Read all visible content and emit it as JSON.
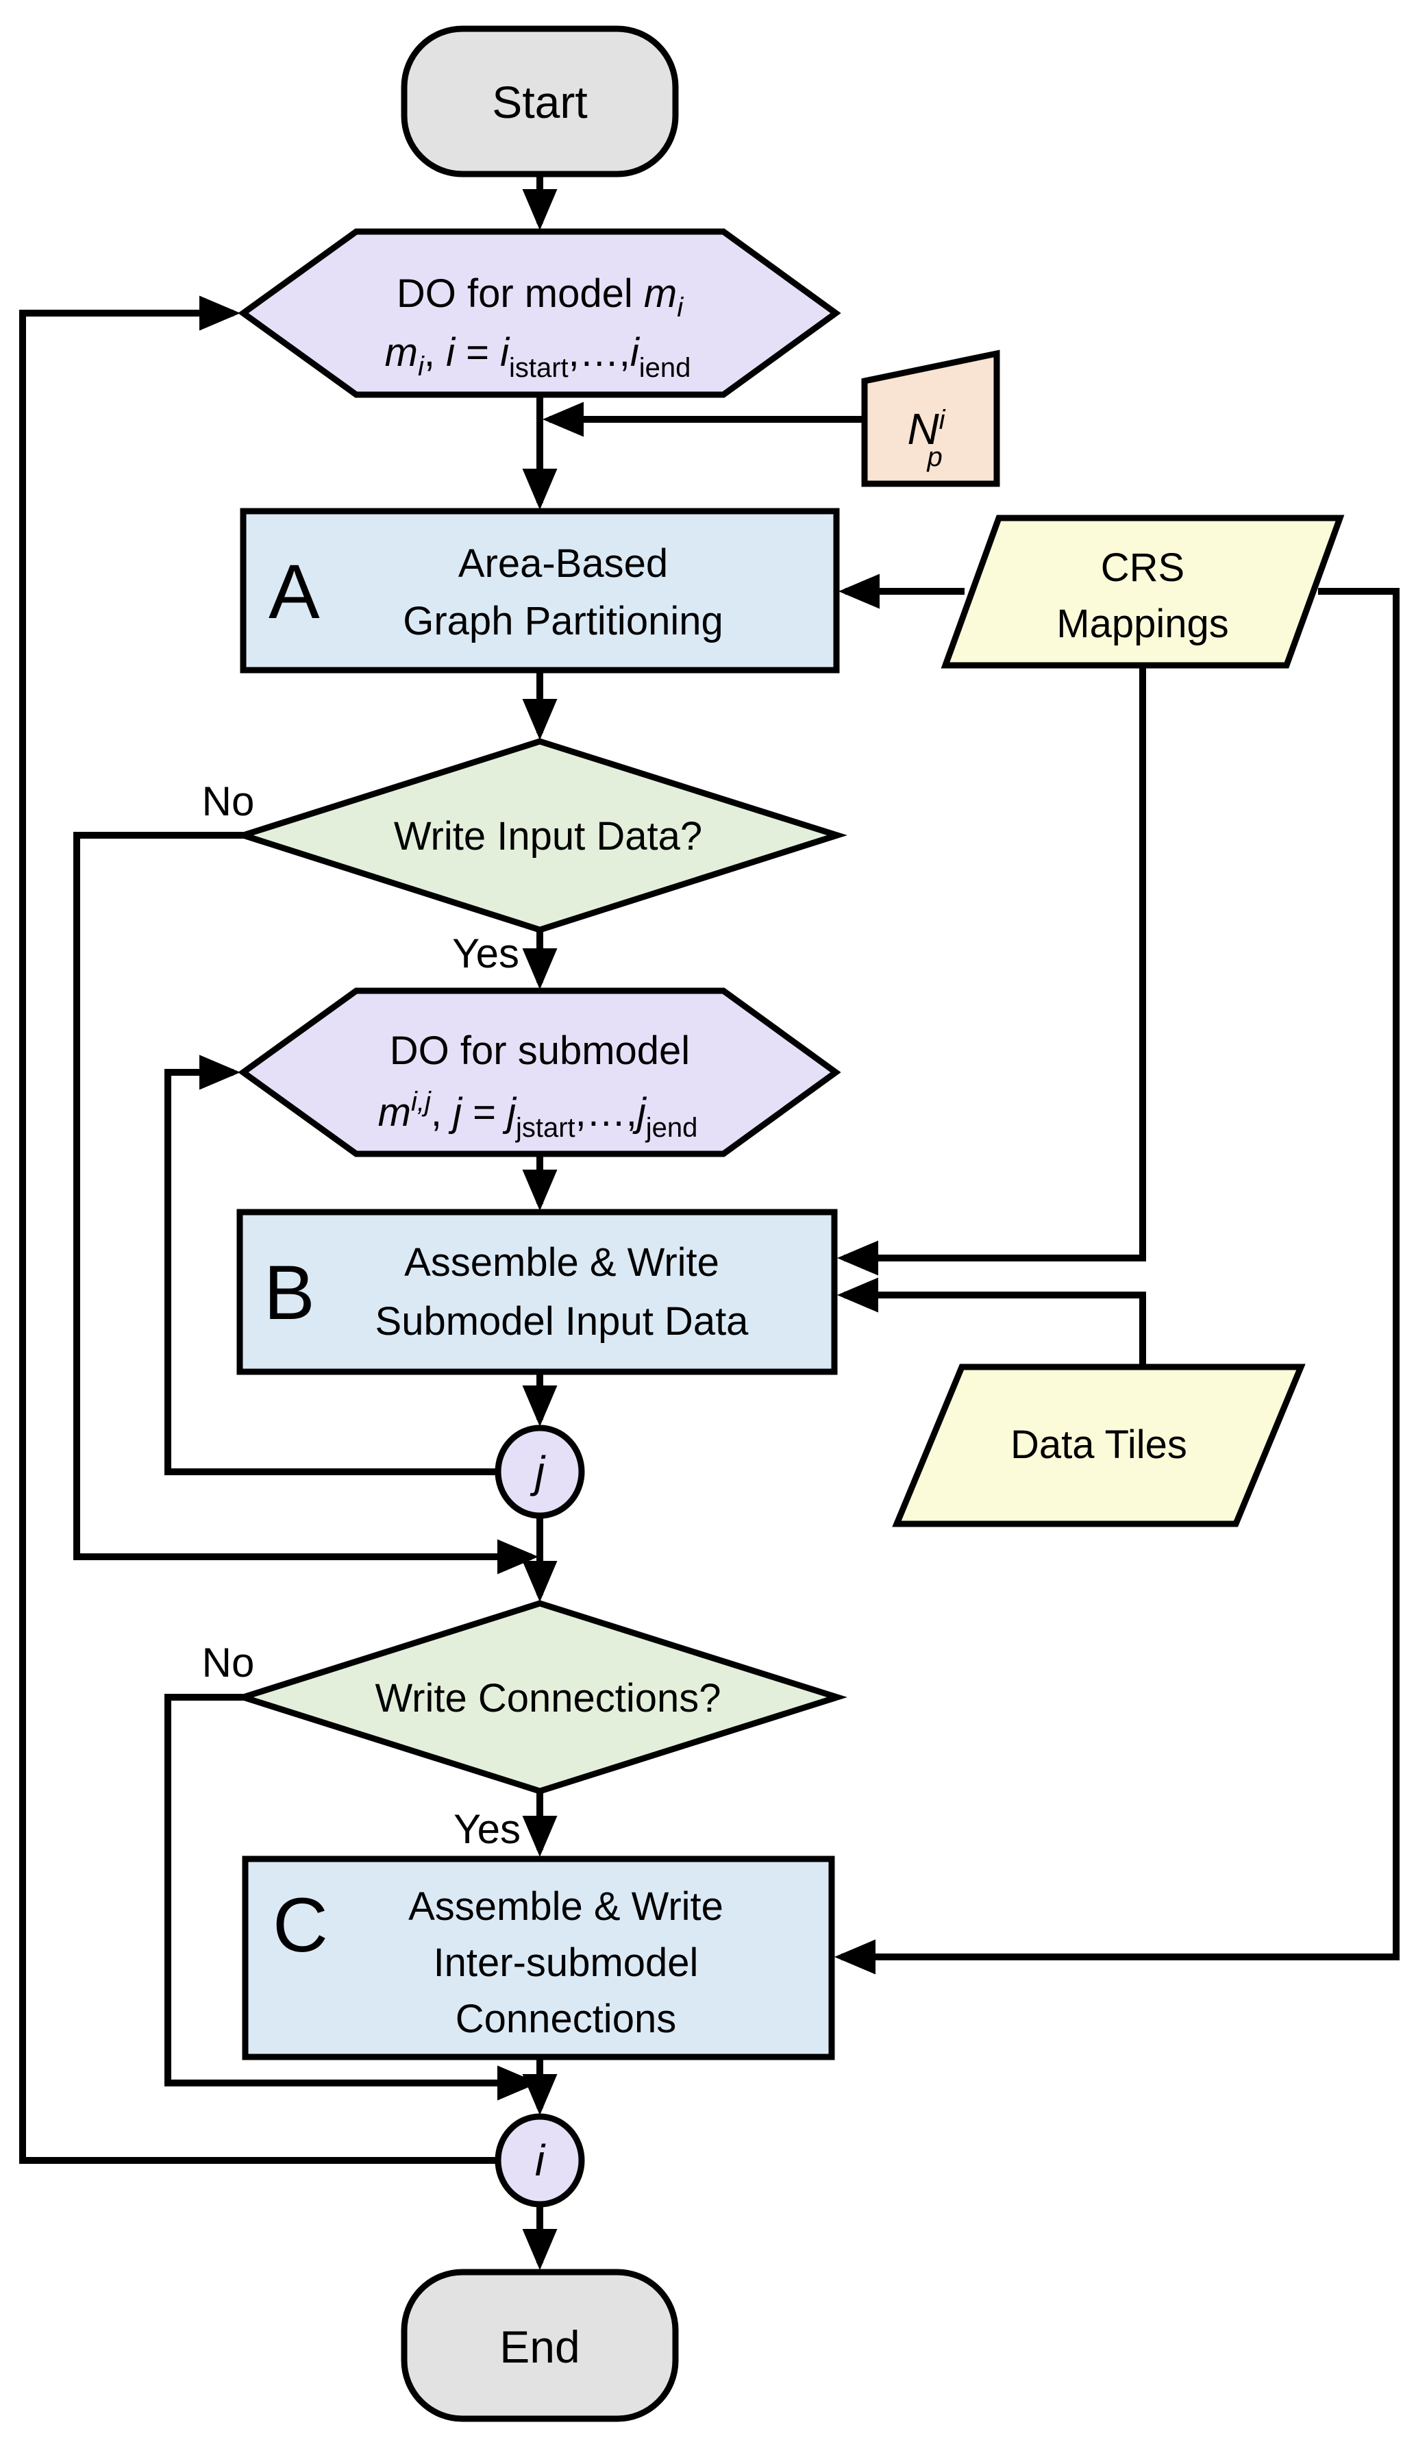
{
  "colors": {
    "terminator": "#E2E2E2",
    "loop_hexagon": "#E5E0F7",
    "process_box": "#DBE9F5",
    "decision_diamond": "#E3EFDA",
    "data_parallelogram": "#FBFAD9",
    "manual_input": "#F9E3D2",
    "loop_connector": "#E5E0F7"
  },
  "nodes": {
    "start": {
      "label": "Start"
    },
    "loop_model": {
      "line1": [
        "DO for model ",
        "m",
        "i"
      ],
      "line2": [
        "m",
        "i",
        ",  ",
        "i",
        " = ",
        "i",
        "istart",
        ",…,",
        "i",
        "iend"
      ]
    },
    "np_input": {
      "parts": [
        "N",
        "i",
        "p"
      ]
    },
    "box_a": {
      "tag": "A",
      "lines": [
        "Area-Based",
        "Graph Partitioning"
      ]
    },
    "crs_mappings": {
      "lines": [
        "CRS",
        "Mappings"
      ]
    },
    "decision_input": {
      "label": "Write Input Data?",
      "no": "No",
      "yes": "Yes"
    },
    "loop_submodel": {
      "line1": "DO for submodel",
      "line2": [
        "m",
        "i,j",
        ", ",
        "j",
        " = ",
        "j",
        "jstart",
        ",…,",
        "j",
        "jend"
      ]
    },
    "box_b": {
      "tag": "B",
      "lines": [
        "Assemble & Write",
        "Submodel Input Data"
      ]
    },
    "data_tiles": {
      "label": "Data Tiles"
    },
    "j_connector": {
      "label": "j"
    },
    "decision_connections": {
      "label": "Write Connections?",
      "no": "No",
      "yes": "Yes"
    },
    "box_c": {
      "tag": "C",
      "lines": [
        "Assemble & Write",
        "Inter-submodel",
        "Connections"
      ]
    },
    "i_connector": {
      "label": "i"
    },
    "end": {
      "label": "End"
    }
  }
}
